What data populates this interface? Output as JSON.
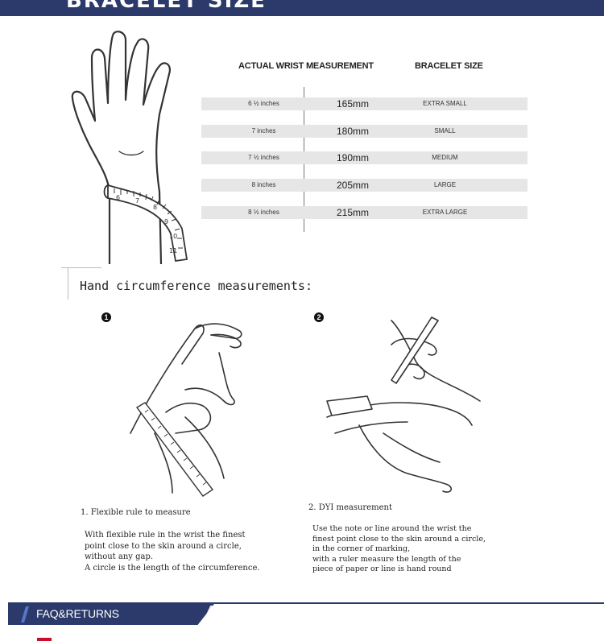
{
  "banner": {
    "title": "BRACELET SIZE"
  },
  "size_table": {
    "headers": {
      "actual": "ACTUAL WRIST MEASUREMENT",
      "size": "BRACELET SIZE"
    },
    "rows": [
      {
        "inches": "6 ½ inches",
        "mm": "165mm",
        "size": "EXTRA SMALL"
      },
      {
        "inches": "7 inches",
        "mm": "180mm",
        "size": "SMALL"
      },
      {
        "inches": "7 ½ inches",
        "mm": "190mm",
        "size": "MEDIUM"
      },
      {
        "inches": "8 inches",
        "mm": "205mm",
        "size": "LARGE"
      },
      {
        "inches": "8 ½ inches",
        "mm": "215mm",
        "size": "EXTRA LARGE"
      }
    ]
  },
  "measurement": {
    "title": "Hand circumference measurements:",
    "steps": [
      {
        "number": "1",
        "title": "1. Flexible rule to measure",
        "lines": [
          "With flexible rule in the wrist the finest",
          "point close to the skin around a circle,",
          "without any gap.",
          "A circle is the length of the circumference."
        ]
      },
      {
        "number": "2",
        "title": "2. DYI measurement",
        "lines": [
          "Use the note or line around the wrist the",
          "finest point close to the skin around a circle,",
          "in the corner of marking,",
          "with a ruler measure the length of the",
          "piece of paper or line is hand round"
        ]
      }
    ]
  },
  "ruler_ticks": [
    "6",
    "7",
    "8",
    "9",
    "10",
    "11"
  ],
  "faq": {
    "label": "FAQ&RETURNS"
  },
  "colors": {
    "brand_navy": "#2b3a6b",
    "accent_blue": "#5a76c8",
    "row_gray": "#e6e6e6",
    "red_mark": "#c8102e"
  }
}
